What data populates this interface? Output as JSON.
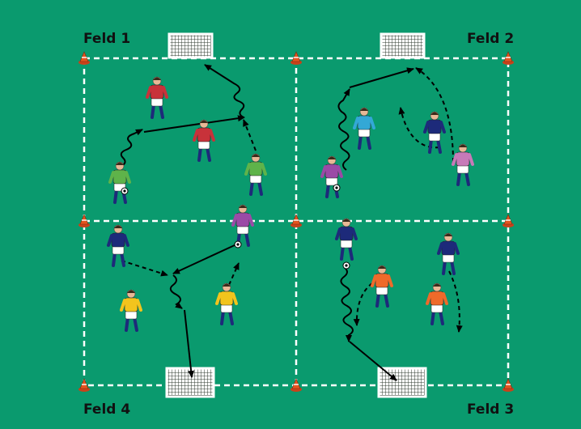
{
  "colors": {
    "pitch": "#0a9a6e",
    "lines": "#ffffff",
    "cone": "#e4541f",
    "arrow": "#000000",
    "goal_net": "#2e3a2e"
  },
  "fields": [
    {
      "id": "feld1",
      "label": "Feld 1"
    },
    {
      "id": "feld2",
      "label": "Feld 2"
    },
    {
      "id": "feld3",
      "label": "Feld 3"
    },
    {
      "id": "feld4",
      "label": "Feld 4"
    }
  ],
  "player_colors": {
    "navy": "#1d2a7a",
    "red": "#c8323a",
    "green": "#5fb34a",
    "purple": "#9b4aa6",
    "cyan": "#33a8d6",
    "pink": "#c77ab8",
    "yellow": "#f2c41d",
    "orange": "#ee6a2a"
  },
  "icons": [
    "cone-icon",
    "goal-icon",
    "ball-icon",
    "player-icon",
    "pass-arrow-icon",
    "dribble-arrow-icon",
    "run-arrow-icon"
  ]
}
